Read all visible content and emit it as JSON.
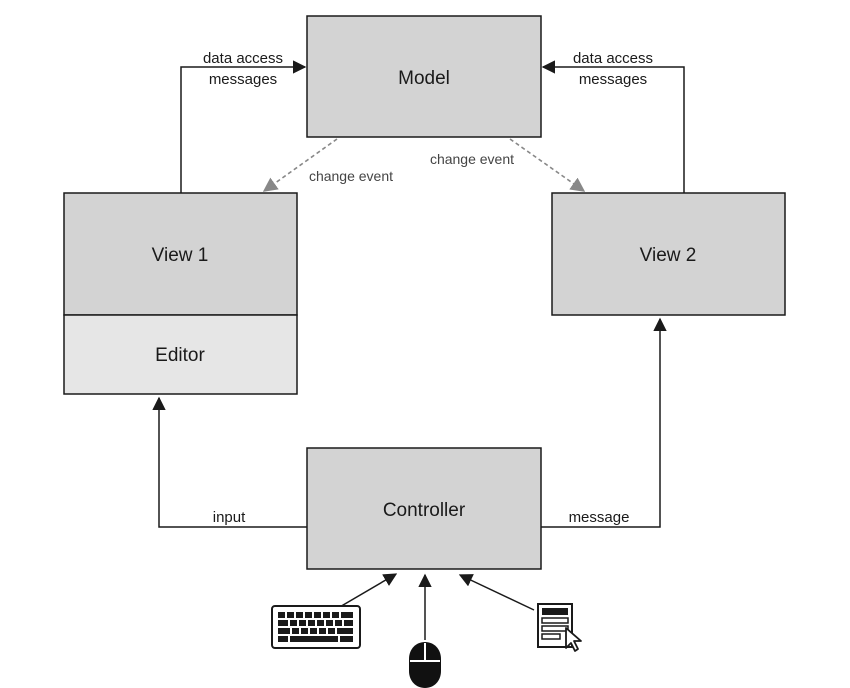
{
  "nodes": {
    "model": {
      "label": "Model"
    },
    "view1": {
      "label": "View 1"
    },
    "editor": {
      "label": "Editor"
    },
    "view2": {
      "label": "View 2"
    },
    "controller": {
      "label": "Controller"
    }
  },
  "edges": {
    "view1_to_model": {
      "line1": "data access",
      "line2": "messages"
    },
    "view2_to_model": {
      "line1": "data access",
      "line2": "messages"
    },
    "model_to_view1": {
      "label": "change event"
    },
    "model_to_view2": {
      "label": "change event"
    },
    "controller_to_view1": {
      "label": "input"
    },
    "controller_to_view2": {
      "label": "message"
    }
  },
  "devices": [
    {
      "icon": "keyboard-icon"
    },
    {
      "icon": "mouse-icon"
    },
    {
      "icon": "form-pointer-icon"
    }
  ],
  "colors": {
    "box_fill": "#d3d3d3",
    "editor_fill": "#e6e6e6",
    "stroke": "#1a1a1a",
    "event_arrow": "#888888"
  }
}
